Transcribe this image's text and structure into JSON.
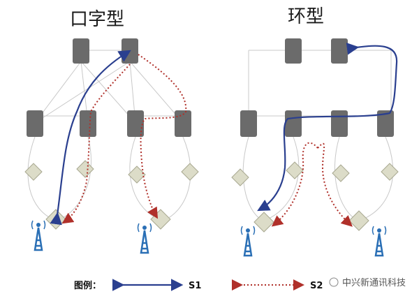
{
  "titles": {
    "left": "口字型",
    "right": "环型"
  },
  "legend": {
    "label": "图例：",
    "series1_name": "S1",
    "series2_name": "S2"
  },
  "watermark": "中兴新通讯科技",
  "colors": {
    "switch": "#6b6b6b",
    "node": "#dcdcc8",
    "link": "#c8c8c8",
    "s1": "#2a3f8f",
    "s2": "#b0302a",
    "tower": "#2a6fb5"
  }
}
